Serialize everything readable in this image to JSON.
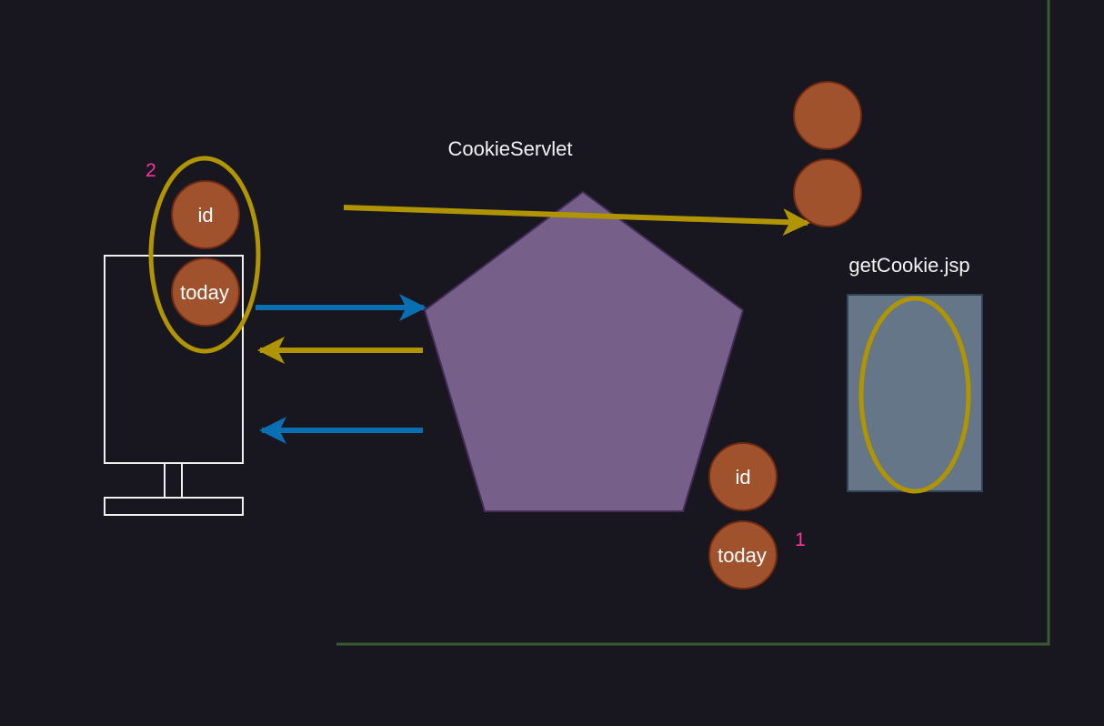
{
  "labels": {
    "servlet": "CookieServlet",
    "jsp": "getCookie.jsp"
  },
  "browser_cookies": {
    "id": "id",
    "today": "today",
    "step": "2"
  },
  "server_cookies": {
    "id": "id",
    "today": "today",
    "step": "1"
  },
  "colors": {
    "background": "#18161f",
    "cookie_fill": "#a0522d",
    "cookie_stroke": "#6e2a12",
    "highlight": "#b09500",
    "request_arrow": "#0a6fb0",
    "servlet_fill": "#76608a",
    "servlet_stroke": "#432d57",
    "jsp_fill": "#647687",
    "jsp_stroke": "#314354",
    "border": "#3b5a34",
    "step_number": "#ff3399",
    "monitor_stroke": "#f0f0f0"
  }
}
